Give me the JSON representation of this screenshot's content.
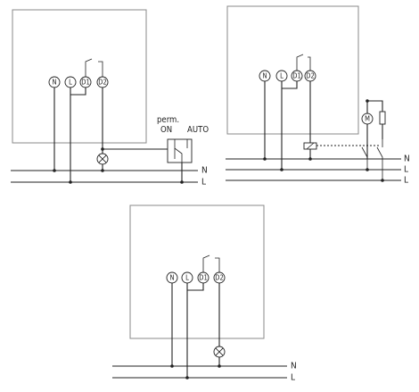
{
  "terminals": {
    "neutral": "N",
    "live": "L",
    "d1": "D1",
    "d2": "D2"
  },
  "lines": {
    "neutral": "N",
    "live": "L"
  },
  "switch": {
    "perm_line1": "perm.",
    "perm_line2": "ON",
    "auto": "AUTO"
  },
  "motor": "M"
}
